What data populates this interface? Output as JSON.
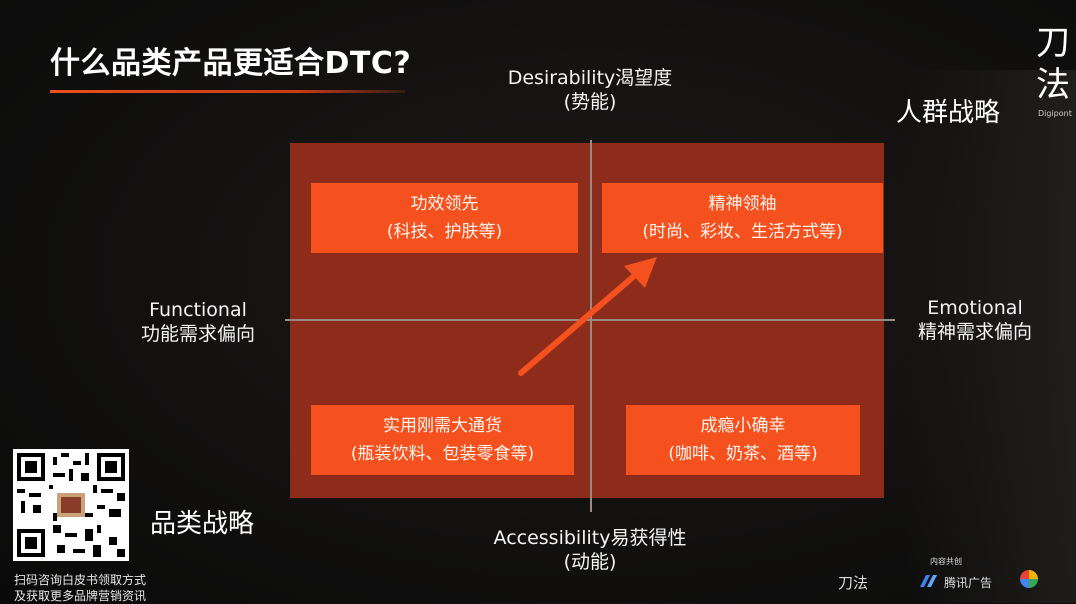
{
  "title": "什么品类产品更适合DTC?",
  "brand": {
    "mark_line1": "刀",
    "mark_line2": "法",
    "sub": "Digipont"
  },
  "crowd_strategy": "人群战略",
  "category_strategy": "品类战略",
  "axes": {
    "top_line1": "Desirability渴望度",
    "top_line2": "(势能)",
    "bottom_line1": "Accessibility易获得性",
    "bottom_line2": "(动能)",
    "left_line1": "Functional",
    "left_line2": "功能需求偏向",
    "right_line1": "Emotional",
    "right_line2": "精神需求偏向"
  },
  "quadrants": {
    "top_left": {
      "line1": "功效领先",
      "line2": "(科技、护肤等)"
    },
    "top_right": {
      "line1": "精神领袖",
      "line2": "(时尚、彩妆、生活方式等)"
    },
    "bottom_left": {
      "line1": "实用刚需大通货",
      "line2": "(瓶装饮料、包装零食等)"
    },
    "bottom_right": {
      "line1": "成瘾小确幸",
      "line2": "(咖啡、奶茶、酒等)"
    }
  },
  "qr_caption": {
    "line1": "扫码咨询白皮书领取方式",
    "line2": "及获取更多品牌营销资讯"
  },
  "footer": {
    "co_label": "内容共创",
    "logo1": "刀法",
    "logo2": "腾讯广告"
  },
  "colors": {
    "accent": "#f4511e",
    "matrix_bg": "#8e2c1b",
    "arrow": "#f4511e"
  }
}
